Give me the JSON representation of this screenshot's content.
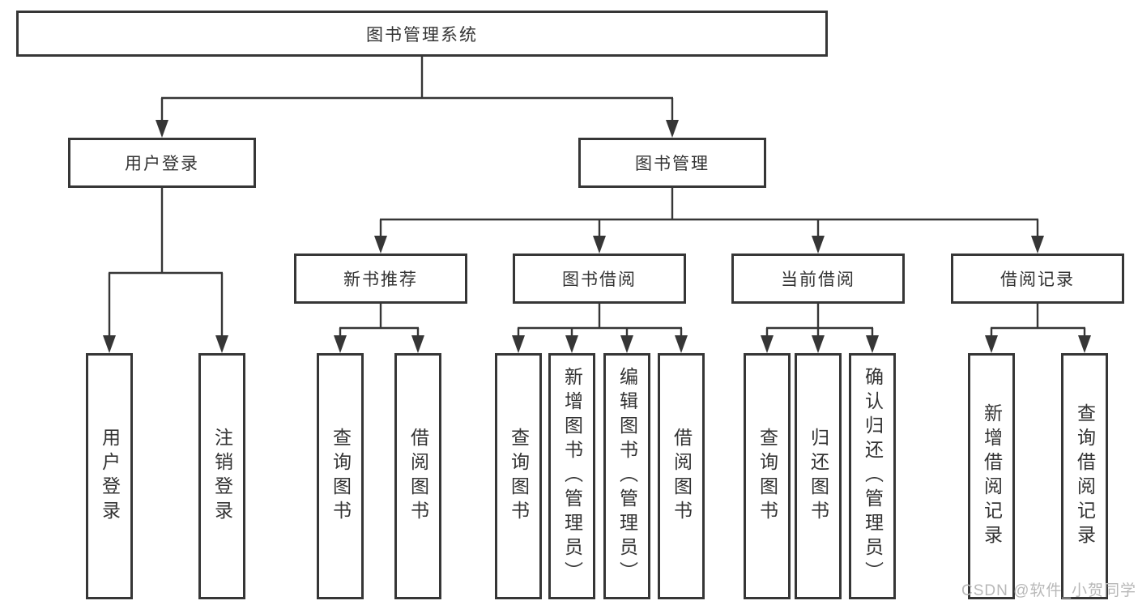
{
  "diagram": {
    "root": {
      "label": "图书管理系统"
    },
    "level1": {
      "user_login": {
        "label": "用户登录"
      },
      "book_management": {
        "label": "图书管理"
      }
    },
    "level2": {
      "new_book_recommend": {
        "label": "新书推荐"
      },
      "book_borrow": {
        "label": "图书借阅"
      },
      "current_borrow": {
        "label": "当前借阅"
      },
      "borrow_records": {
        "label": "借阅记录"
      }
    },
    "leaves": {
      "user_login_child1": {
        "label": "用户登录"
      },
      "user_login_child2": {
        "label": "注销登录"
      },
      "new_book_child1": {
        "label": "查询图书"
      },
      "new_book_child2": {
        "label": "借阅图书"
      },
      "book_borrow_child1": {
        "label": "查询图书"
      },
      "book_borrow_child2": {
        "label": "新增图书（管理员）"
      },
      "book_borrow_child3": {
        "label": "编辑图书（管理员）"
      },
      "book_borrow_child4": {
        "label": "借阅图书"
      },
      "current_borrow_child1": {
        "label": "查询图书"
      },
      "current_borrow_child2": {
        "label": "归还图书"
      },
      "current_borrow_child3": {
        "label": "确认归还（管理员）"
      },
      "borrow_records_child1": {
        "label": "新增借阅记录"
      },
      "borrow_records_child2": {
        "label": "查询借阅记录"
      }
    },
    "watermark": "CSDN @软件_小贺同学"
  },
  "colors": {
    "box_border": "#363636",
    "connector": "#363636",
    "text": "#333333",
    "watermark": "#b8b8b8",
    "background": "#ffffff"
  }
}
